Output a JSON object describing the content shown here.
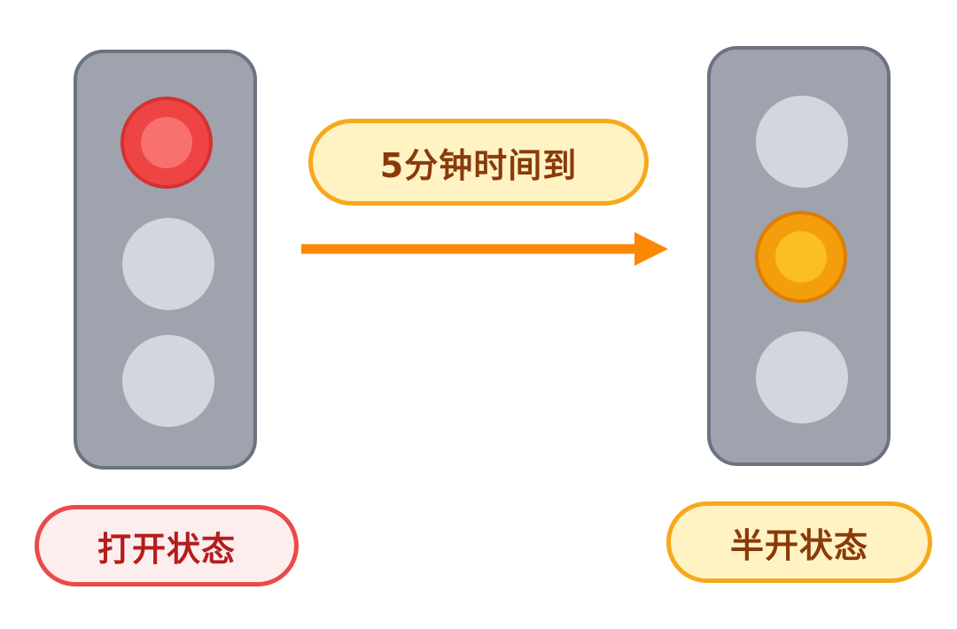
{
  "colors": {
    "housing_fill": "#9ea3ae",
    "housing_stroke": "#6b7280",
    "lamp_off": "#d2d6df",
    "red_outer": "#ef4444",
    "red_stroke": "#d43232",
    "red_inner": "#f87171",
    "amber_outer": "#f59e0b",
    "amber_stroke": "#d97f0a",
    "amber_inner": "#fbbf24",
    "arrow": "#fb8805",
    "event_fill": "#fff3c4",
    "event_stroke": "#f7a81b",
    "event_text": "#8a3a0a",
    "open_fill": "#fdeeee",
    "open_stroke": "#ec4a4a",
    "open_text": "#b41d1d",
    "half_fill": "#fff3c4",
    "half_stroke": "#f7a81b",
    "half_text": "#8a3a0a"
  },
  "diagram": {
    "event_label": "5分钟时间到",
    "states": [
      {
        "name": "打开状态",
        "active_lamp": "red"
      },
      {
        "name": "半开状态",
        "active_lamp": "amber"
      }
    ]
  }
}
